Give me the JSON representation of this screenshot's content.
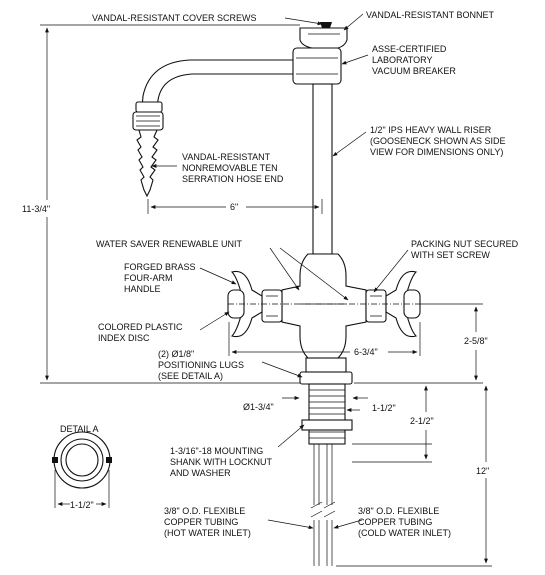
{
  "labels": {
    "cover_screws": "VANDAL-RESISTANT COVER SCREWS",
    "bonnet": "VANDAL-RESISTANT BONNET",
    "vacuum_breaker": [
      "ASSE-CERTIFIED",
      "LABORATORY",
      "VACUUM BREAKER"
    ],
    "riser": [
      "1/2\" IPS HEAVY WALL RISER",
      "(GOOSENECK SHOWN AS SIDE",
      "VIEW FOR DIMENSIONS ONLY)"
    ],
    "hose_end": [
      "VANDAL-RESISTANT",
      "NONREMOVABLE TEN",
      "SERRATION HOSE END"
    ],
    "water_saver": "WATER SAVER RENEWABLE UNIT",
    "packing_nut": [
      "PACKING NUT SECURED",
      "WITH SET SCREW"
    ],
    "handle": [
      "FORGED BRASS",
      "FOUR-ARM",
      "HANDLE"
    ],
    "index_disc": [
      "COLORED PLASTIC",
      "INDEX DISC"
    ],
    "positioning_lugs": [
      "(2) Ø1/8\"",
      "POSITIONING LUGS",
      "(SEE DETAIL A)"
    ],
    "detail_a": "DETAIL A",
    "mounting_shank": [
      "1-3/16\"-18 MOUNTING",
      "SHANK WITH LOCKNUT",
      "AND WASHER"
    ],
    "hot_tubing": [
      "3/8\" O.D. FLEXIBLE",
      "COPPER TUBING",
      "(HOT WATER INLET)"
    ],
    "cold_tubing": [
      "3/8\" O.D. FLEXIBLE",
      "COPPER TUBING",
      "(COLD WATER INLET)"
    ]
  },
  "dimensions": {
    "overall_height": "11-3/4\"",
    "spout_reach": "6\"",
    "handle_span": "6-3/4\"",
    "handle_height": "2-5/8\"",
    "shank_diameter": "Ø1-3/4\"",
    "shank_flat": "1-1/2\"",
    "shank_length": "2-1/2\"",
    "tubing_length": "12\"",
    "detail_width": "1-1/2\""
  }
}
